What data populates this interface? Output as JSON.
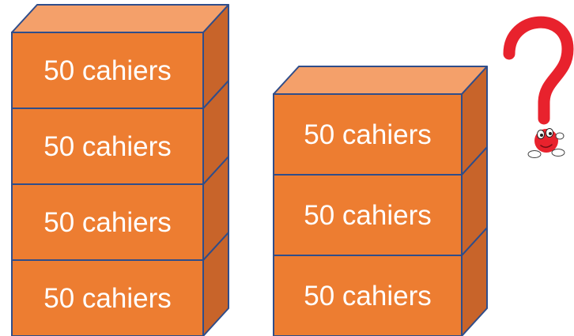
{
  "colors": {
    "front": "#ED7D31",
    "top": "#F4A06A",
    "side": "#C8642A",
    "edge": "#2F4D8A",
    "question_mark": "#E8222D"
  },
  "stacks": [
    {
      "boxes": [
        {
          "label": "50 cahiers"
        },
        {
          "label": "50 cahiers"
        },
        {
          "label": "50 cahiers"
        },
        {
          "label": "50 cahiers"
        }
      ]
    },
    {
      "boxes": [
        {
          "label": "50 cahiers"
        },
        {
          "label": "50 cahiers"
        },
        {
          "label": "50 cahiers"
        }
      ]
    }
  ],
  "question_icon": "question-mark-character-icon"
}
